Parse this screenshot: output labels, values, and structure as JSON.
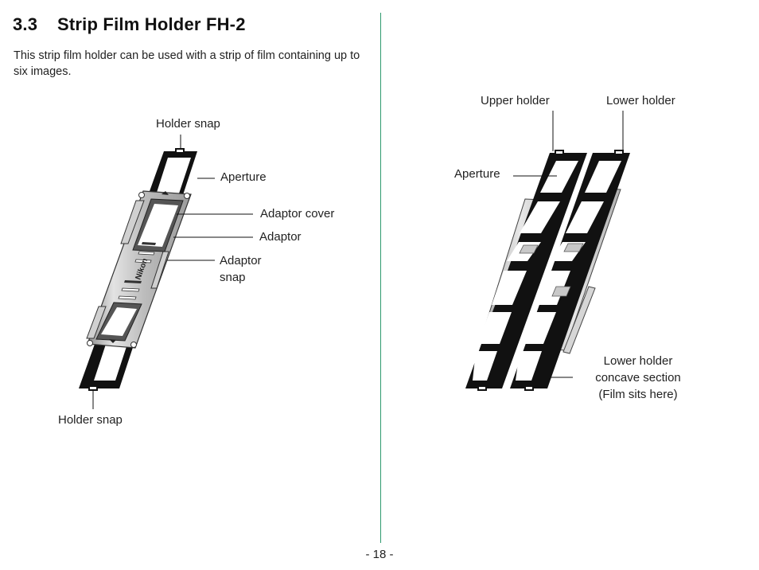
{
  "header": {
    "section_number": "3.3",
    "section_title": "Strip Film Holder FH-2"
  },
  "intro": "This strip film holder can be used with a strip of film containing up to six images.",
  "left_figure": {
    "labels": {
      "holder_snap_top": "Holder snap",
      "aperture": "Aperture",
      "adaptor_cover": "Adaptor cover",
      "adaptor": "Adaptor",
      "adaptor_snap_line1": "Adaptor",
      "adaptor_snap_line2": "snap",
      "holder_snap_bottom": "Holder snap"
    },
    "logo_text": "Nikon"
  },
  "right_figure": {
    "labels": {
      "upper_holder": "Upper holder",
      "lower_holder": "Lower holder",
      "aperture": "Aperture",
      "concave_line1": "Lower holder",
      "concave_line2": "concave section",
      "concave_line3": "(Film sits here)"
    }
  },
  "footer": {
    "page_number": "- 18 -"
  },
  "colors": {
    "divider": "#2e9a6e",
    "holder": "#111111",
    "adaptor_metal": "#bdbdbd"
  }
}
